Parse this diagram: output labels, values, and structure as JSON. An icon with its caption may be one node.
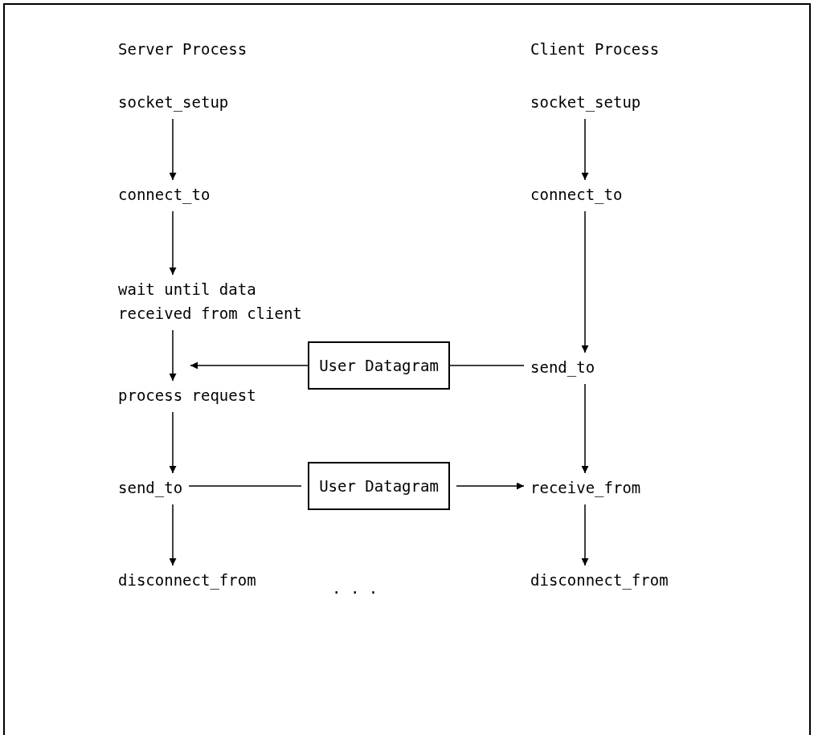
{
  "diagram": {
    "nodes": [
      {
        "text": [
          "socket_setup"
        ]
      },
      {
        "text": [
          "connect_to"
        ]
      },
      {
        "text": [
          "wait until data received from client"
        ]
      },
      {
        "text": [
          "process request"
        ]
      },
      {
        "text": [
          "send_to"
        ]
      },
      {
        "text": [
          "disconnect_from"
        ]
      },
      {
        "text": [
          "socket_setup"
        ]
      },
      {
        "text": [
          "connect_to"
        ]
      },
      {
        "text": [
          "send_to"
        ]
      },
      {
        "text": [
          "receive_from"
        ]
      },
      {
        "text": [
          "disconnect_from"
        ]
      },
      {
        "text": [
          "User Datagram"
        ]
      },
      {
        "text": [
          "User Datagram"
        ]
      }
    ],
    "edges": [
      {
        "from": 0,
        "to": 1,
        "arrow": "to"
      },
      {
        "from": 1,
        "to": 2,
        "arrow": "to"
      },
      {
        "from": 2,
        "to": 3,
        "arrow": "to"
      },
      {
        "from": 3,
        "to": 4,
        "arrow": "to"
      },
      {
        "from": 4,
        "to": 5,
        "arrow": "to"
      },
      {
        "from": 6,
        "to": 7,
        "arrow": "to"
      },
      {
        "from": 7,
        "to": 8,
        "arrow": "to"
      },
      {
        "from": 8,
        "to": 9,
        "arrow": "to"
      },
      {
        "from": 9,
        "to": 10,
        "arrow": "to"
      },
      {
        "from": 8,
        "to": 11,
        "arrow": "none"
      },
      {
        "from": 11,
        "to": 3,
        "arrow": "to"
      },
      {
        "from": 4,
        "to": 12,
        "arrow": "none"
      },
      {
        "from": 12,
        "to": 9,
        "arrow": "to"
      }
    ],
    "labels": [
      "Server Process",
      "Client Process",
      ". . ."
    ]
  }
}
